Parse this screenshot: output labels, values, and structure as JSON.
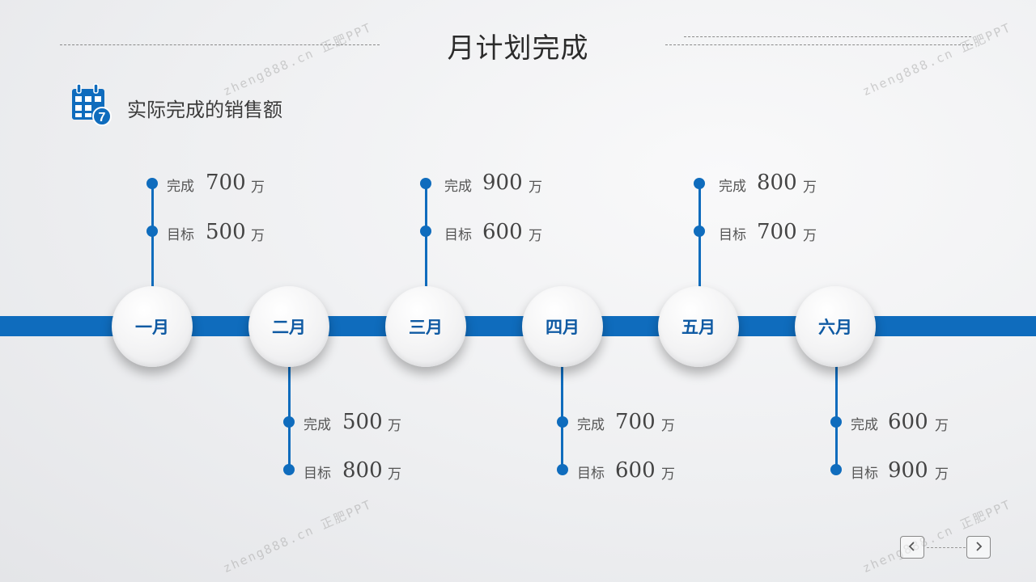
{
  "header": {
    "title": "月计划完成"
  },
  "section": {
    "subtitle": "实际完成的销售额",
    "icon": "calendar-icon",
    "icon_badge": "7"
  },
  "labels": {
    "done": "完成",
    "target": "目标",
    "unit": "万"
  },
  "months": [
    {
      "name": "一月",
      "done": "700",
      "target": "500"
    },
    {
      "name": "二月",
      "done": "500",
      "target": "800"
    },
    {
      "name": "三月",
      "done": "900",
      "target": "600"
    },
    {
      "name": "四月",
      "done": "700",
      "target": "600"
    },
    {
      "name": "五月",
      "done": "800",
      "target": "700"
    },
    {
      "name": "六月",
      "done": "600",
      "target": "900"
    }
  ],
  "watermark": "zheng888.cn 正肥PPT",
  "nav": {
    "prev_icon": "chevron-left-icon",
    "next_icon": "chevron-right-icon"
  },
  "colors": {
    "accent": "#0f6cbd",
    "month_text": "#0f5aa3"
  }
}
